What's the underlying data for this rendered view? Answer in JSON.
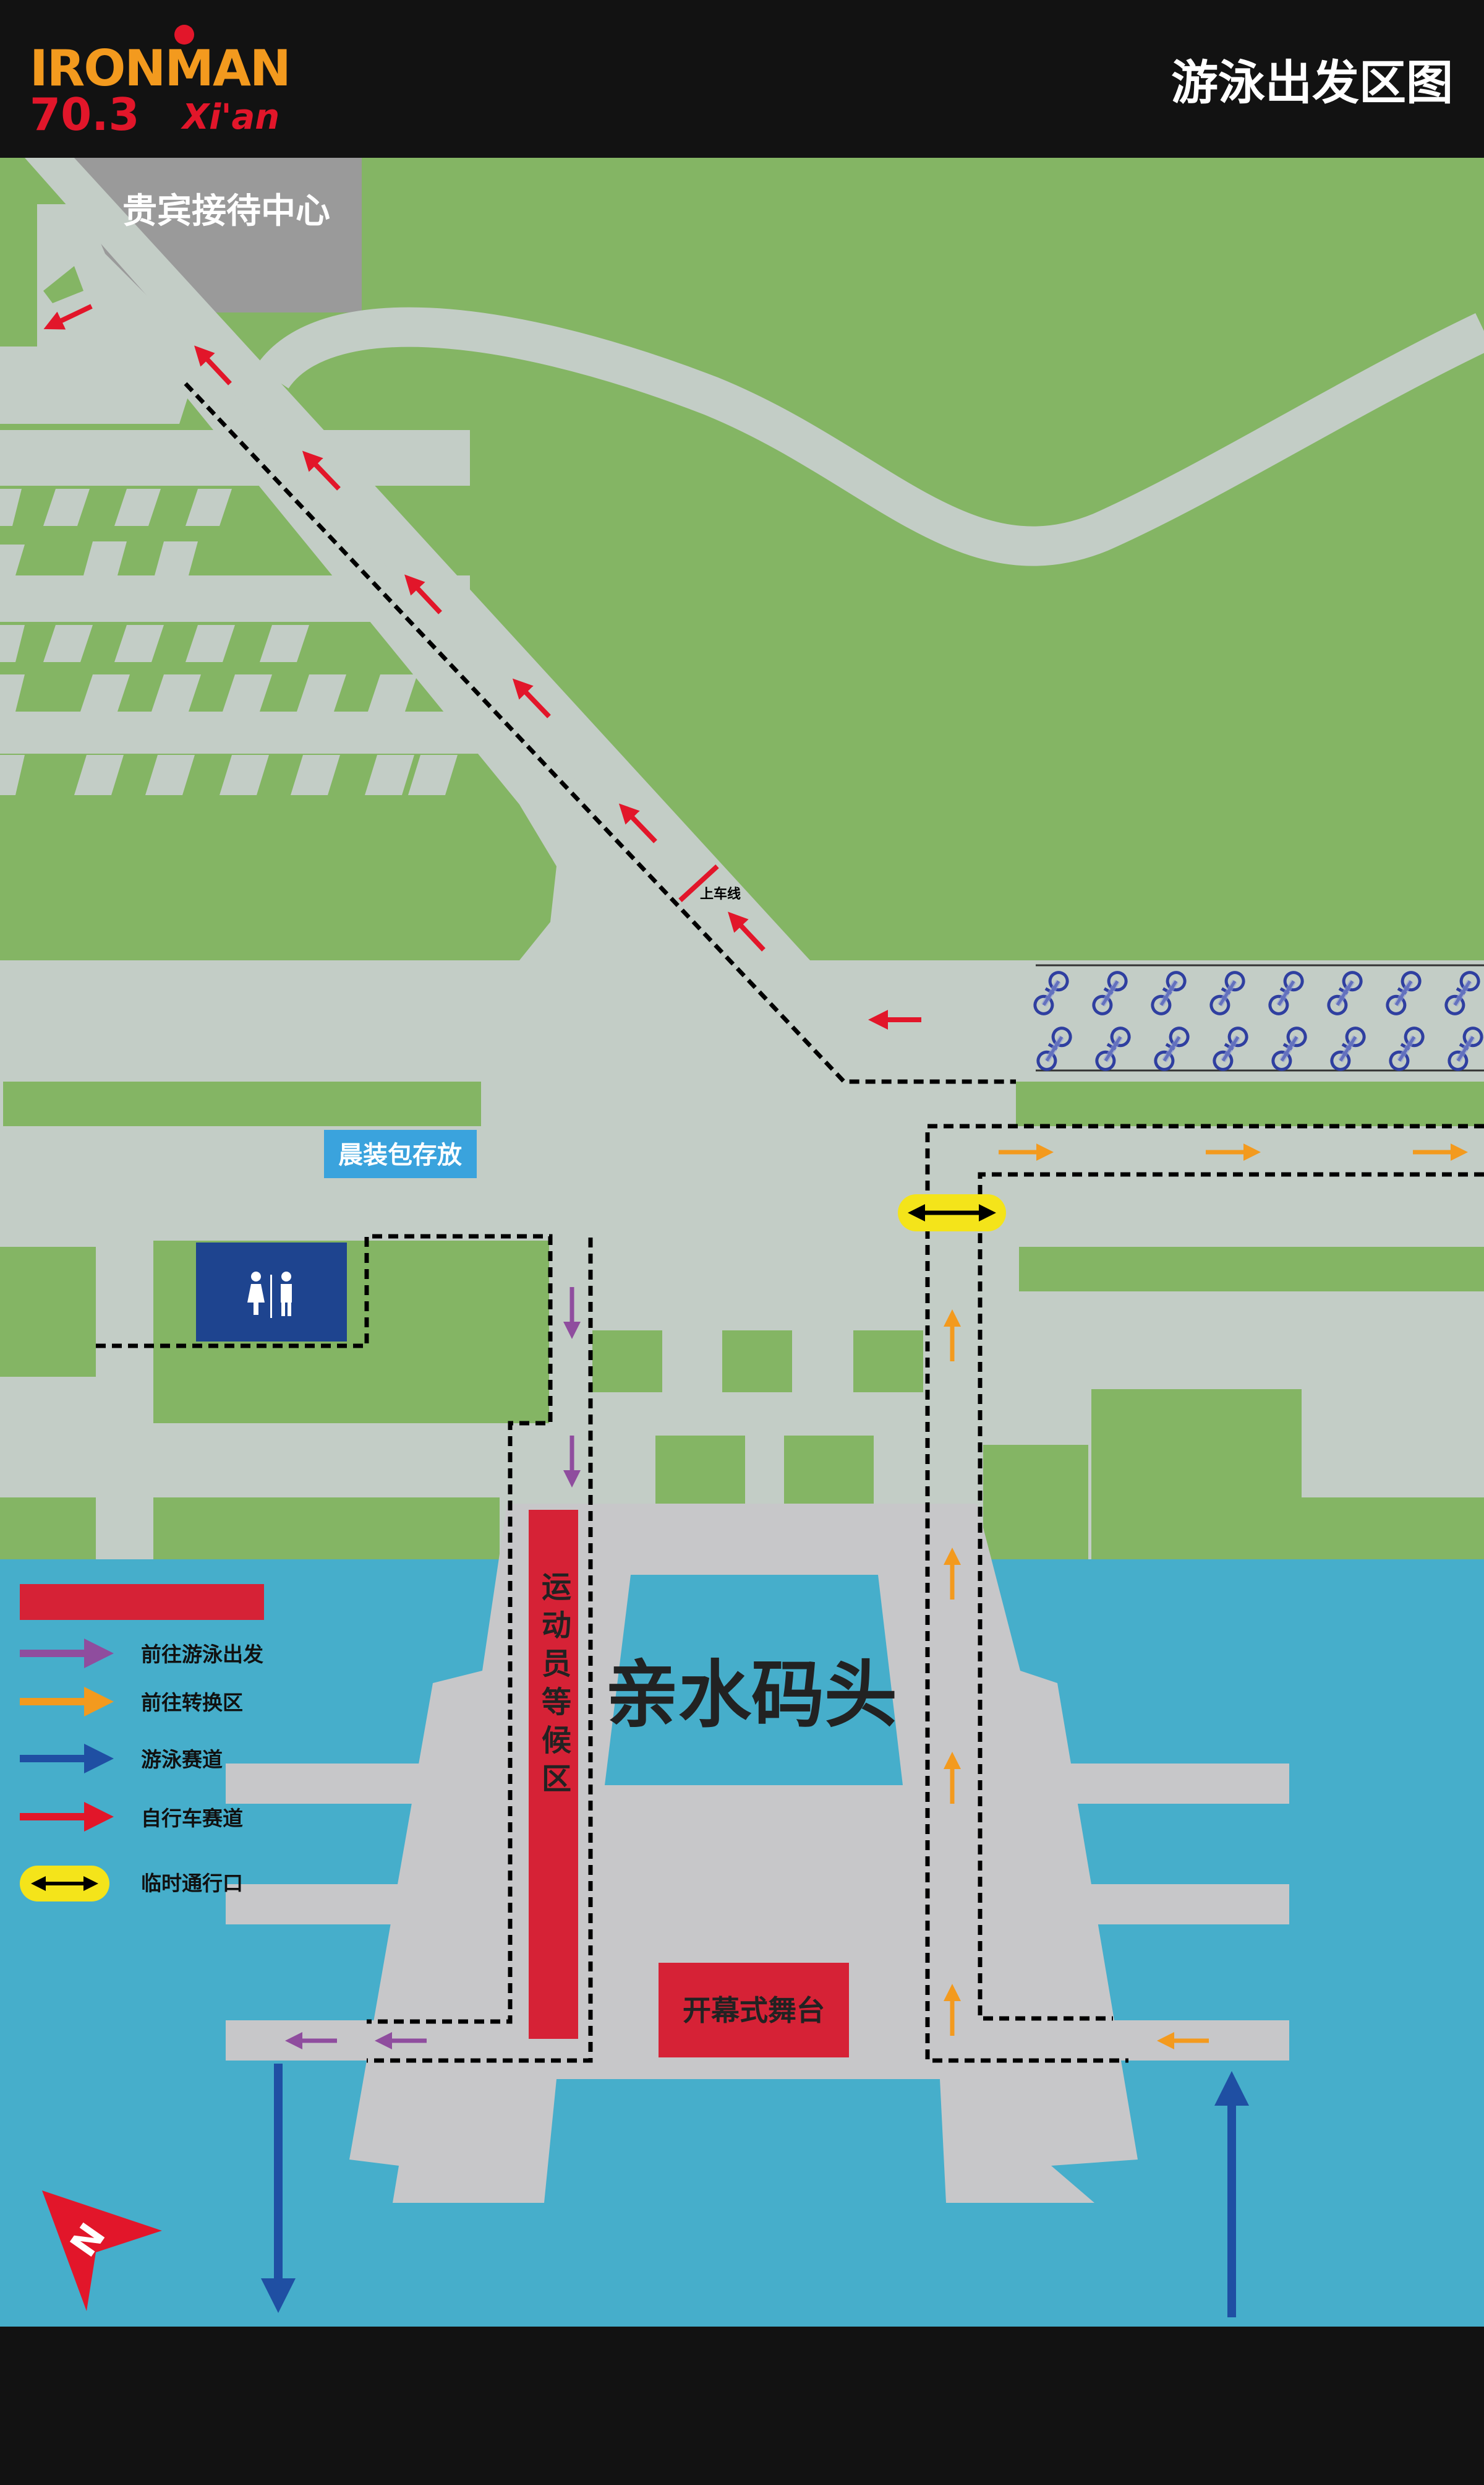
{
  "header": {
    "logo_brand": "IRONMAN",
    "logo_distance": "70.3",
    "logo_city": "Xi'an",
    "title": "游泳出发区图"
  },
  "labels": {
    "vip_center": "贵宾接待中心",
    "mount_line": "上车线",
    "morning_bag": "晨装包存放",
    "waiting_area": "运动员等候区",
    "pier": "亲水码头",
    "stage": "开幕式舞台",
    "north": "N"
  },
  "legend": {
    "items": [
      {
        "type": "bar",
        "color": "#d62236",
        "label": ""
      },
      {
        "type": "arrow",
        "color": "#8f4d9e",
        "label": "前往游泳出发"
      },
      {
        "type": "arrow",
        "color": "#f39a1e",
        "label": "前往转换区"
      },
      {
        "type": "arrow",
        "color": "#1f4fa3",
        "label": "游泳赛道"
      },
      {
        "type": "arrow",
        "color": "#e2162a",
        "label": "自行车赛道"
      },
      {
        "type": "gate",
        "color": "#f4e41a",
        "label": "临时通行口"
      }
    ]
  },
  "colors": {
    "grass": "#84b564",
    "road": "#c3cdc6",
    "water": "#46aecb",
    "pier": "#c7c7c9",
    "header": "#121212",
    "red": "#d62236",
    "purple": "#8f4d9e",
    "orange": "#f39a1e",
    "blue": "#1f4fa3",
    "yellow": "#f4e41a",
    "restroom": "#1e448f",
    "bag_label": "#3aa3dd",
    "vip_building": "#9a9a9a"
  },
  "icons": {
    "restroom": "restroom-icon",
    "bicycle": "bicycle-icon",
    "north": "north-arrow-icon",
    "logo": "ironman-logo"
  }
}
